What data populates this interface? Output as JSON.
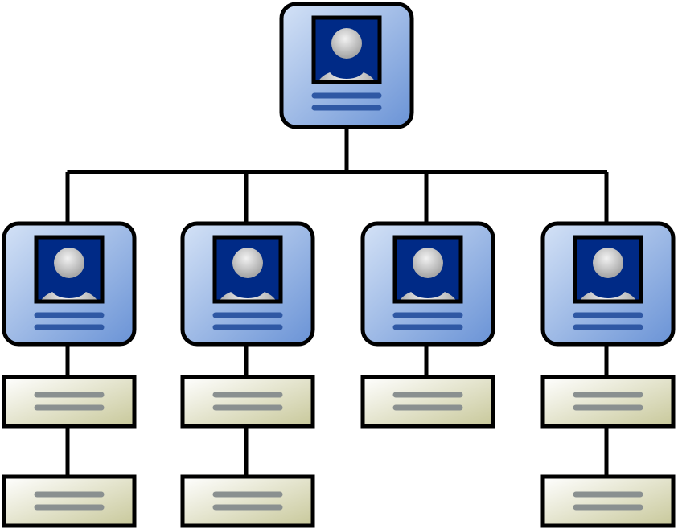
{
  "diagram": {
    "type": "org-chart",
    "root": {
      "icon": "person-card-icon"
    },
    "branches": [
      {
        "icon": "person-card-icon",
        "sub_items": 2
      },
      {
        "icon": "person-card-icon",
        "sub_items": 2
      },
      {
        "icon": "person-card-icon",
        "sub_items": 1
      },
      {
        "icon": "person-card-icon",
        "sub_items": 2
      }
    ]
  },
  "colors": {
    "outline": "#000000",
    "card_light": "#d4e2f6",
    "card_dark": "#6a93d6",
    "portrait_bg": "#002a86",
    "avatar_light": "#f2f2f2",
    "avatar_dark": "#a8a8a8",
    "card_lines": "#2f58a4",
    "box_light": "#ffffff",
    "box_dark": "#c8c89a",
    "box_lines": "#8a9090"
  }
}
